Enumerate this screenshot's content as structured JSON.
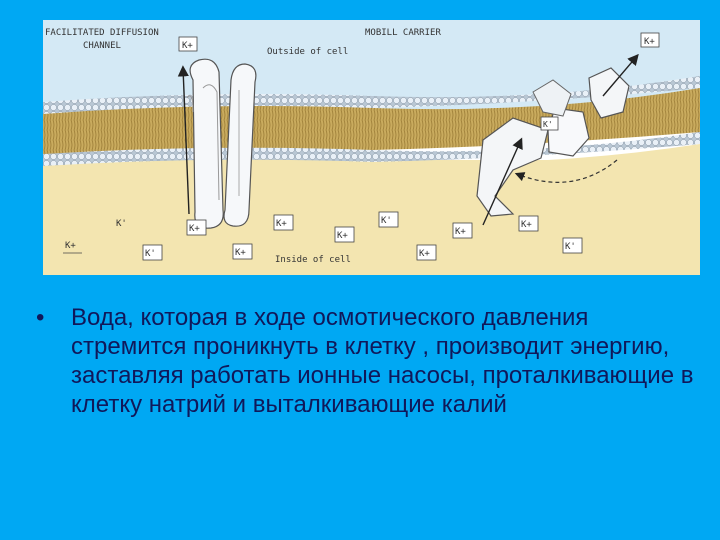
{
  "figure": {
    "left_title_line1": "FACILITATED DIFFUSION",
    "left_title_line2": "CHANNEL",
    "right_title": "MOBILL CARRIER",
    "outside_label": "Outside of cell",
    "inside_label": "Inside of cell",
    "ion_label": "K+",
    "ion_label_alt": "K'",
    "colors": {
      "membrane": "#c9ab5e",
      "head": "#dfe9f4",
      "fluid": "#f4e6b4",
      "sky": "#cfe6f5"
    }
  },
  "slide": {
    "bullet": "•",
    "text": "Вода, которая в ходе осмотического давления стремится проникнуть в клетку , производит энергию, заставляя работать ионные насосы, проталкивающие в клетку натрий и выталкивающие калий"
  }
}
